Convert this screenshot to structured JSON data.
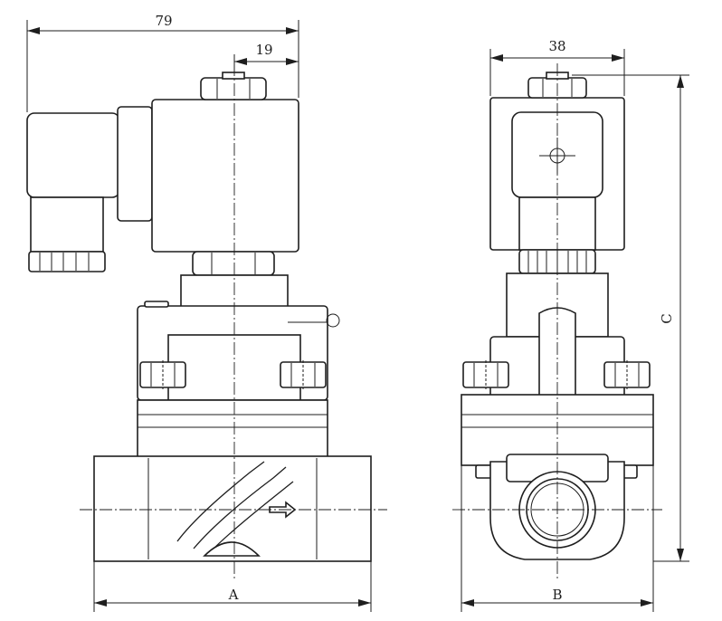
{
  "dimensions": {
    "overall_width": "79",
    "offset": "19",
    "coil_width": "38",
    "height_label": "C",
    "length_label": "A",
    "width_label": "B"
  },
  "views": [
    "front-view",
    "side-view"
  ],
  "line_color": "#1e1e1e",
  "background_color": "#ffffff"
}
